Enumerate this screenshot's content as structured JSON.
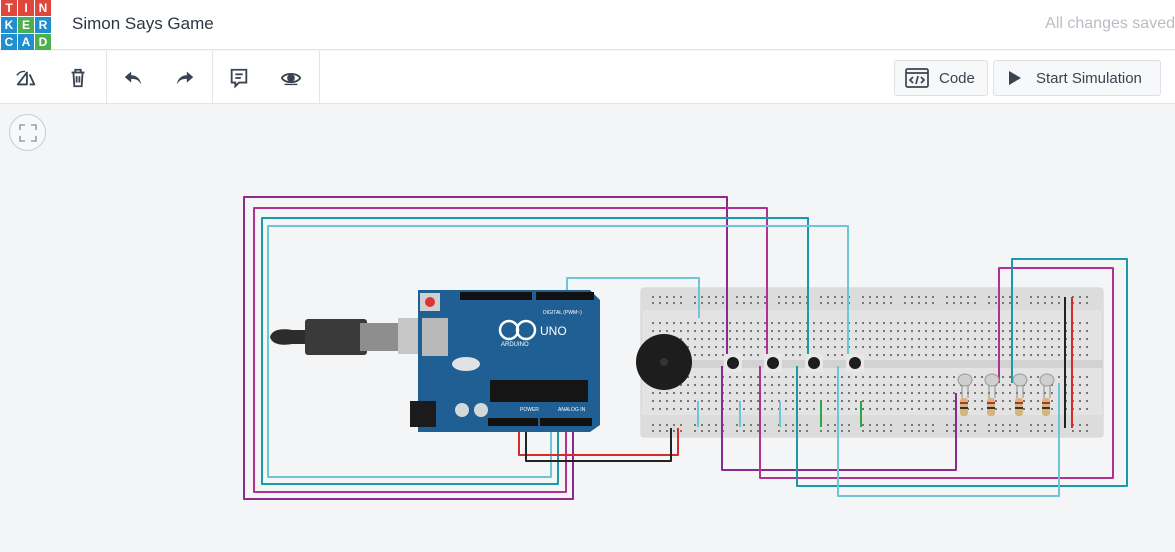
{
  "app": {
    "logo_letters": [
      "T",
      "I",
      "N",
      "K",
      "E",
      "R",
      "C",
      "A",
      "D"
    ],
    "logo_colors": [
      "#e0473c",
      "#e0473c",
      "#e0473c",
      "#1f8fcf",
      "#4caf50",
      "#1f8fcf",
      "#1f8fcf",
      "#1f8fcf",
      "#4caf50"
    ],
    "title": "Simon Says Game",
    "save_status": "All changes saved"
  },
  "toolbar": {
    "tools": [
      {
        "name": "rotate-icon"
      },
      {
        "name": "trash-icon"
      },
      {
        "name": "undo-icon"
      },
      {
        "name": "redo-icon"
      },
      {
        "name": "notes-icon"
      },
      {
        "name": "visibility-icon"
      }
    ],
    "code_label": "Code",
    "start_label": "Start Simulation"
  },
  "circuit": {
    "board_labels": {
      "uno": "UNO",
      "arduino": "ARDUINO",
      "digital": "DIGITAL (PWM~)",
      "power": "POWER",
      "analog": "ANALOG IN"
    },
    "components": [
      "arduino-uno",
      "usb-cable",
      "piezo-buzzer",
      "breadboard",
      "pushbutton",
      "pushbutton",
      "pushbutton",
      "pushbutton",
      "led",
      "led",
      "led",
      "led",
      "resistor",
      "resistor",
      "resistor",
      "resistor"
    ],
    "colors": {
      "purple_wire": "#8a2a8c",
      "magenta_wire": "#b0318f",
      "teal_wire": "#1a9aa8",
      "lightblue_wire": "#6cc6d6",
      "red_wire": "#d62b2b",
      "black_wire": "#222222",
      "board_blue": "#1f5f94",
      "breadboard": "#e2e2e2"
    }
  }
}
